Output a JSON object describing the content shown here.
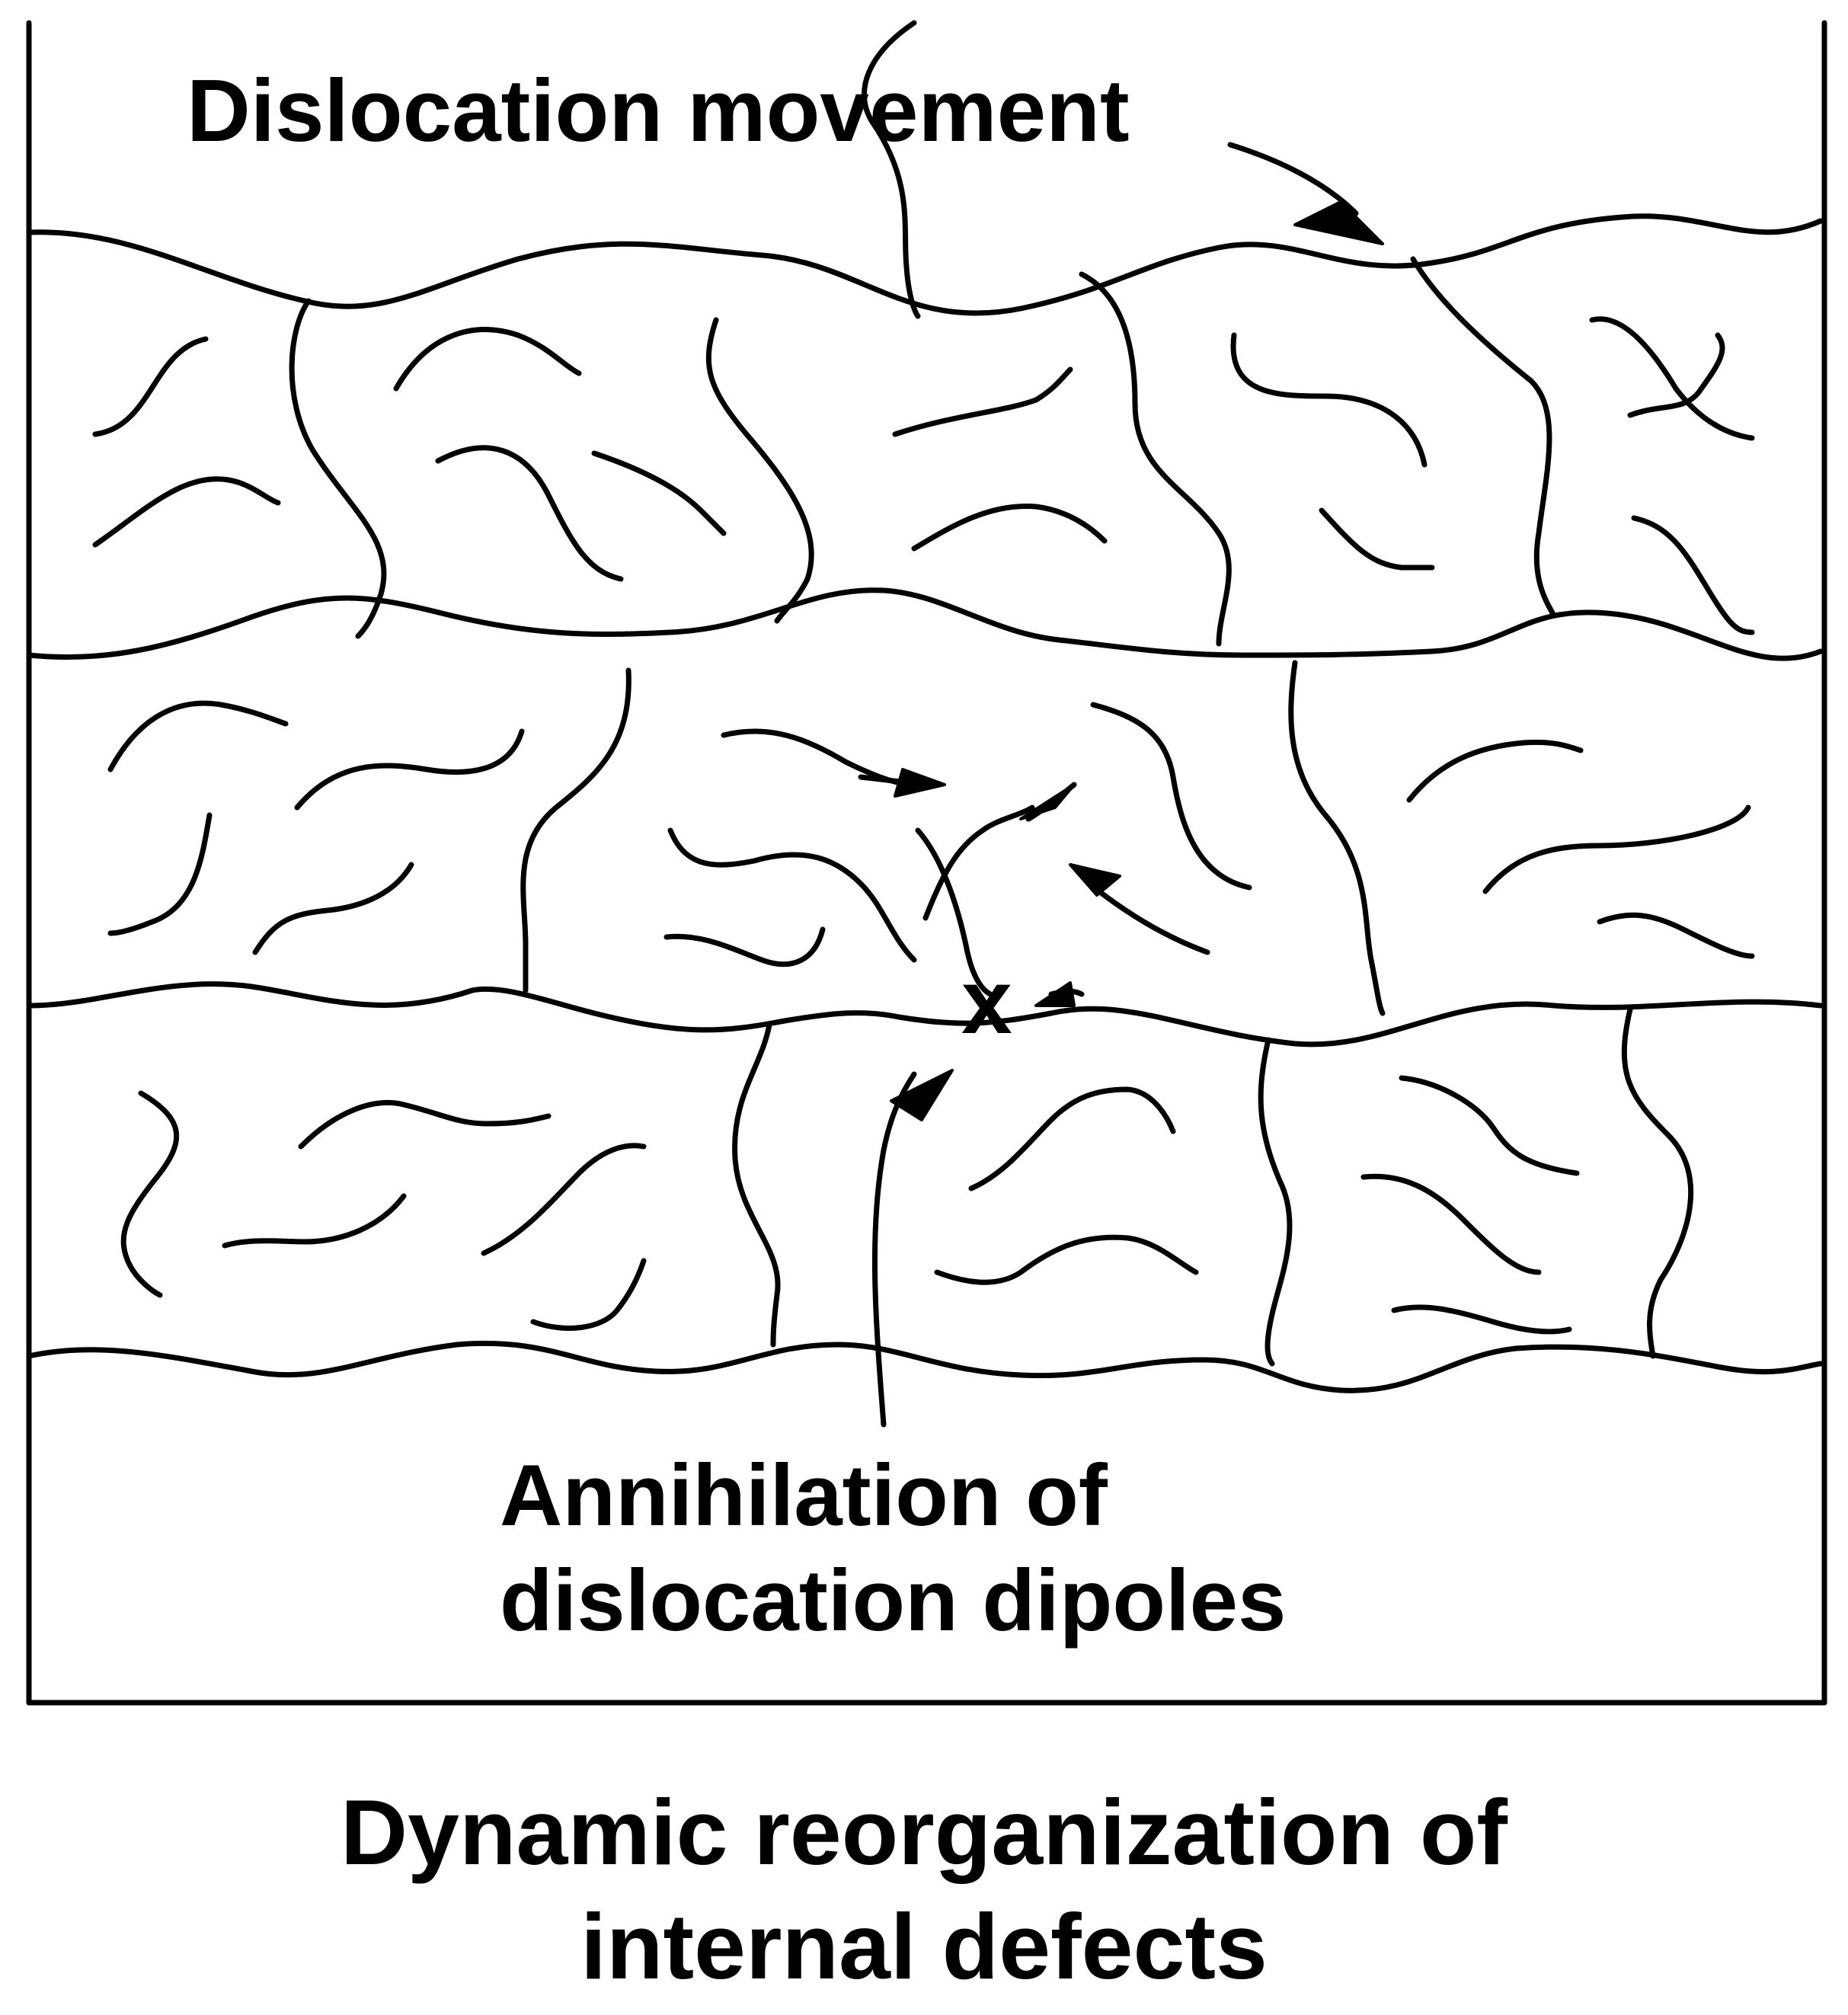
{
  "figure": {
    "labels": {
      "dislocation_movement": "Dislocation movement",
      "annihilation_line1": "Annihilation of",
      "annihilation_line2": "dislocation dipoles",
      "annihilation_mark": "x"
    },
    "caption": {
      "line1": "Dynamic reorganization of",
      "line2": "internal defects"
    }
  }
}
